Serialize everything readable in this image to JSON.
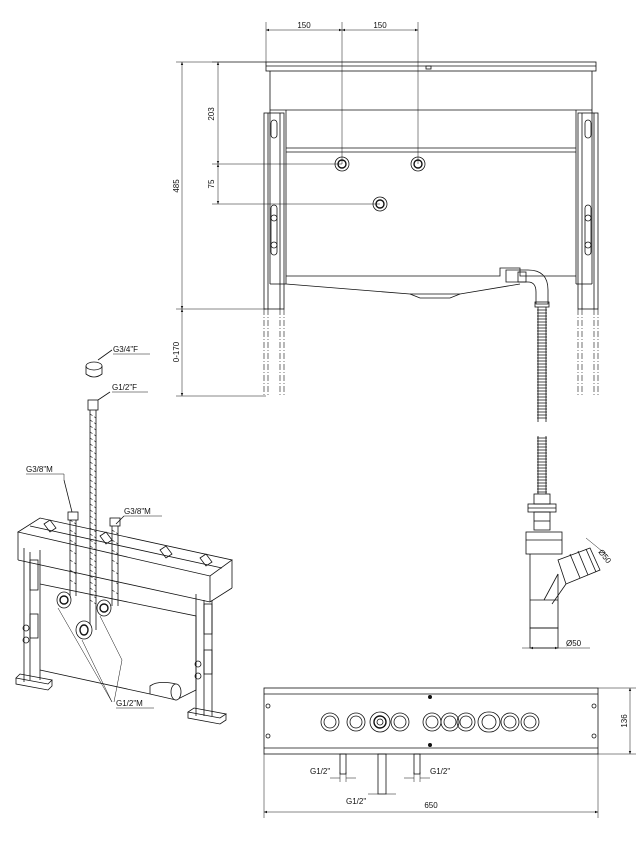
{
  "front_view": {
    "dim_150_left": "150",
    "dim_150_right": "150",
    "dim_203": "203",
    "dim_75": "75",
    "dim_485": "485",
    "dim_0_170": "0-170"
  },
  "drain": {
    "dim_d50_branch": "Ø50",
    "dim_d50_outlet": "Ø50"
  },
  "iso_view": {
    "label_g34f": "G3/4\"F",
    "label_g12f": "G1/2\"F",
    "label_g38m_left": "G3/8\"M",
    "label_g38m_right": "G3/8\"M",
    "label_g12m": "G1/2\"M"
  },
  "plan_view": {
    "dim_136": "136",
    "dim_650": "650",
    "label_g12_left": "G1/2\"",
    "label_g12_center": "G1/2\"",
    "label_g12_right": "G1/2\""
  }
}
